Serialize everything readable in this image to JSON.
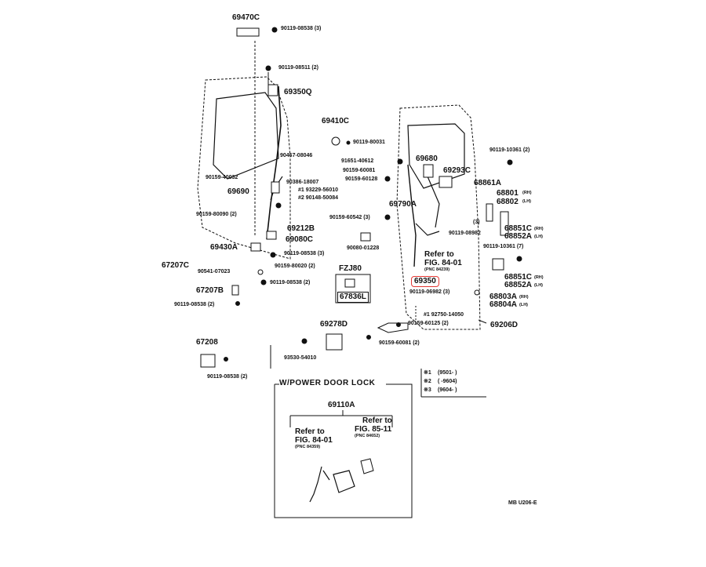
{
  "labels": {
    "p69470C": "69470C",
    "p90119_08538_3": "90119-08538 (3)",
    "p90119_08511_2": "90119-08511 (2)",
    "p69350Q": "69350Q",
    "p69410C": "69410C",
    "p90119_80031": "90119-80031",
    "p90467_08046": "90467-08046",
    "p90159_40032": "90159-40032",
    "p90386_18007": "90386-18007",
    "p69690": "69690",
    "p93229": "#1 93229-56010",
    "p90148": "#2 90148-50084",
    "p90159_80090_2": "90159-80090 (2)",
    "p69212B": "69212B",
    "p69080C": "69080C",
    "p69430A": "69430A",
    "p90119_08538_3b": "90119-08538 (3)",
    "p67207C": "67207C",
    "p90541": "90541-07023",
    "p90159_80020": "90159-80020 (2)",
    "p90119_08538_2": "90119-08538 (2)",
    "p67207B": "67207B",
    "p90119_08538_2b": "90119-08538 (2)",
    "p67208": "67208",
    "p90119_08538_2c": "90119-08538 (2)",
    "pFZJ80": "FZJ80",
    "p67836L": "67836L",
    "p69278D": "69278D",
    "p93530": "93530-54010",
    "p91651": "91651-40612",
    "p90159_60081": "90159-60081",
    "p90159_60128": "90159-60128",
    "p69790A": "69790A",
    "p90159_60542": "90159-60542 (3)",
    "p90080_01228": "90080-01228",
    "p69680": "69680",
    "p69293C": "69293C",
    "p90119_10361_2": "90119-10361 (2)",
    "p68861A": "68861A",
    "p68801": "68801",
    "p68801_rh": "(RH)",
    "p68802": "68802",
    "p68802_lh": "(LH)",
    "p90119_08982": "90119-08982",
    "p68851C": "68851C",
    "p68851C_rh": "(RH)",
    "p68852A": "68852A",
    "p68852A_lh": "(LH)",
    "p90119_10361_7": "90119-10361 (7)",
    "refer1": "Refer to",
    "fig1": "FIG. 84-01",
    "pnc1": "(PNC 84239)",
    "p69350_hl": "69350",
    "p90119_06982": "90119-06982 (3)",
    "p68851C2": "68851C",
    "p68851C2_rh": "(RH)",
    "p68852A2": "68852A",
    "p68852A2_lh": "(LH)",
    "p68803A": "68803A",
    "p68803A_rh": "(RH)",
    "p68804A": "68804A",
    "p68804A_lh": "(LH)",
    "p91650": "#1 92750-14050",
    "p90159_60125": "90159-60125 (2)",
    "p69206D": "69206D",
    "p90159_60081_2": "90159-60081 (2)",
    "s3": "(3)",
    "power_title": "W/POWER DOOR LOCK",
    "p69110A": "69110A",
    "refer2": "Refer to",
    "fig2": "FIG. 84-01",
    "pnc2": "(PNC 84359)",
    "refer3": "Refer to",
    "fig3": "FIG. 85-11",
    "pnc3": "(PNC 84652)",
    "leg1_mark": "※1",
    "leg1_val": "(9501-        )",
    "leg2_mark": "※2",
    "leg2_val": "(        -9604)",
    "leg3_mark": "※3",
    "leg3_val": "(9604-        )",
    "footer": "MB U206-E"
  }
}
